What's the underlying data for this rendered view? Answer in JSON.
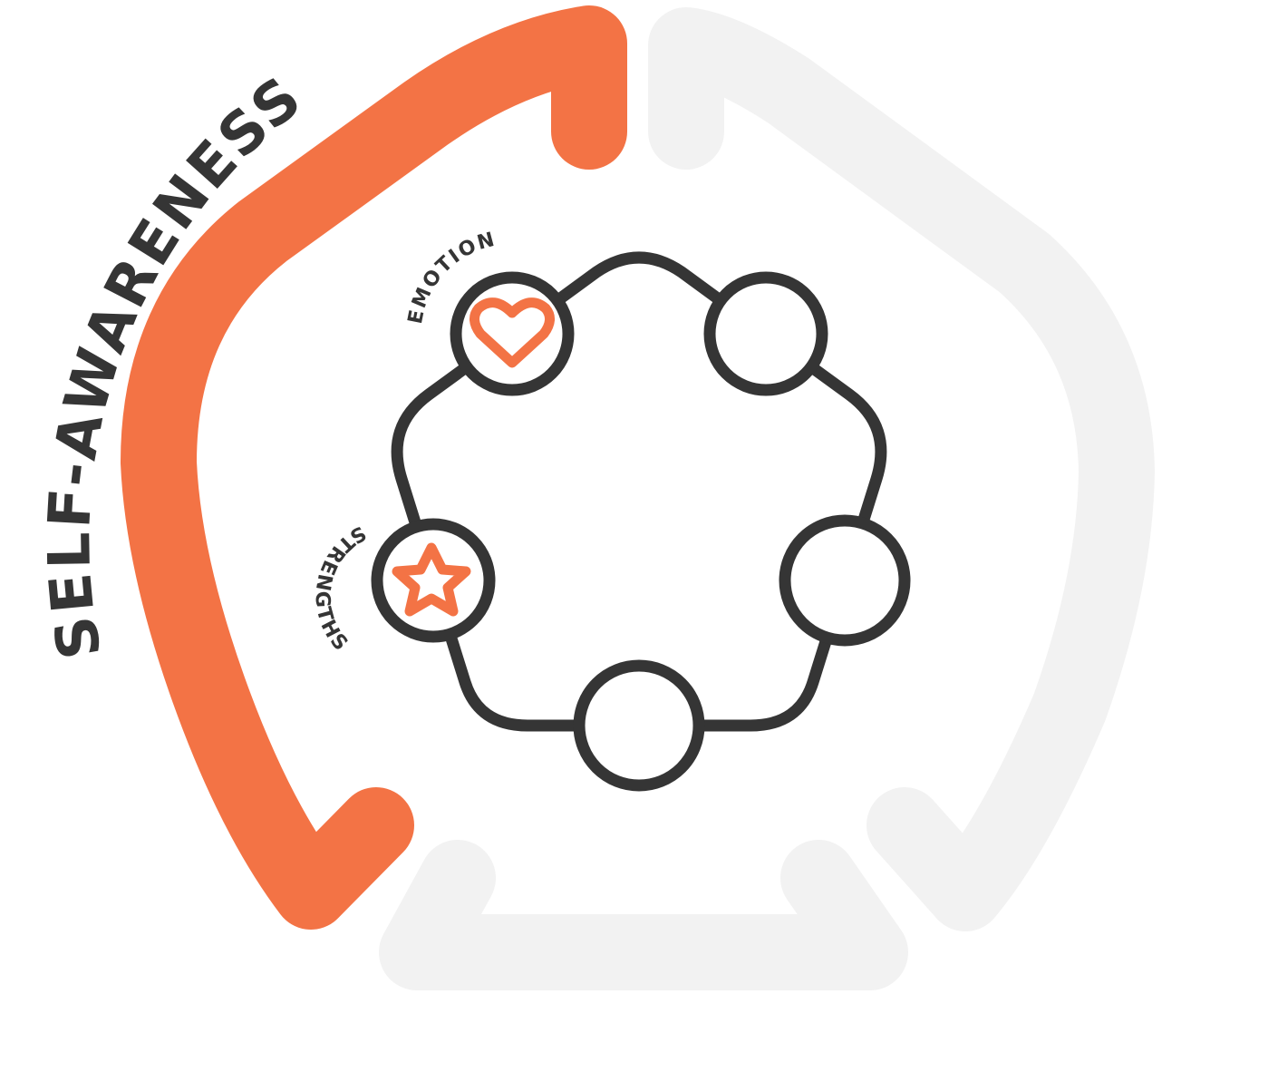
{
  "diagram": {
    "active_section": {
      "label": "SELF-AWARENESS"
    },
    "nodes": [
      {
        "id": "emotion",
        "label": "EMOTION",
        "icon": "heart-icon",
        "active": true
      },
      {
        "id": "node-top-right",
        "label": "",
        "icon": "",
        "active": false
      },
      {
        "id": "node-right",
        "label": "",
        "icon": "",
        "active": false
      },
      {
        "id": "node-bottom",
        "label": "",
        "icon": "",
        "active": false
      },
      {
        "id": "strengths",
        "label": "STRENGTHS",
        "icon": "star-icon",
        "active": true
      }
    ],
    "colors": {
      "accent": "#F37345",
      "inactive": "#F2F2F2",
      "outline": "#353535",
      "background": "#FFFFFF"
    }
  }
}
